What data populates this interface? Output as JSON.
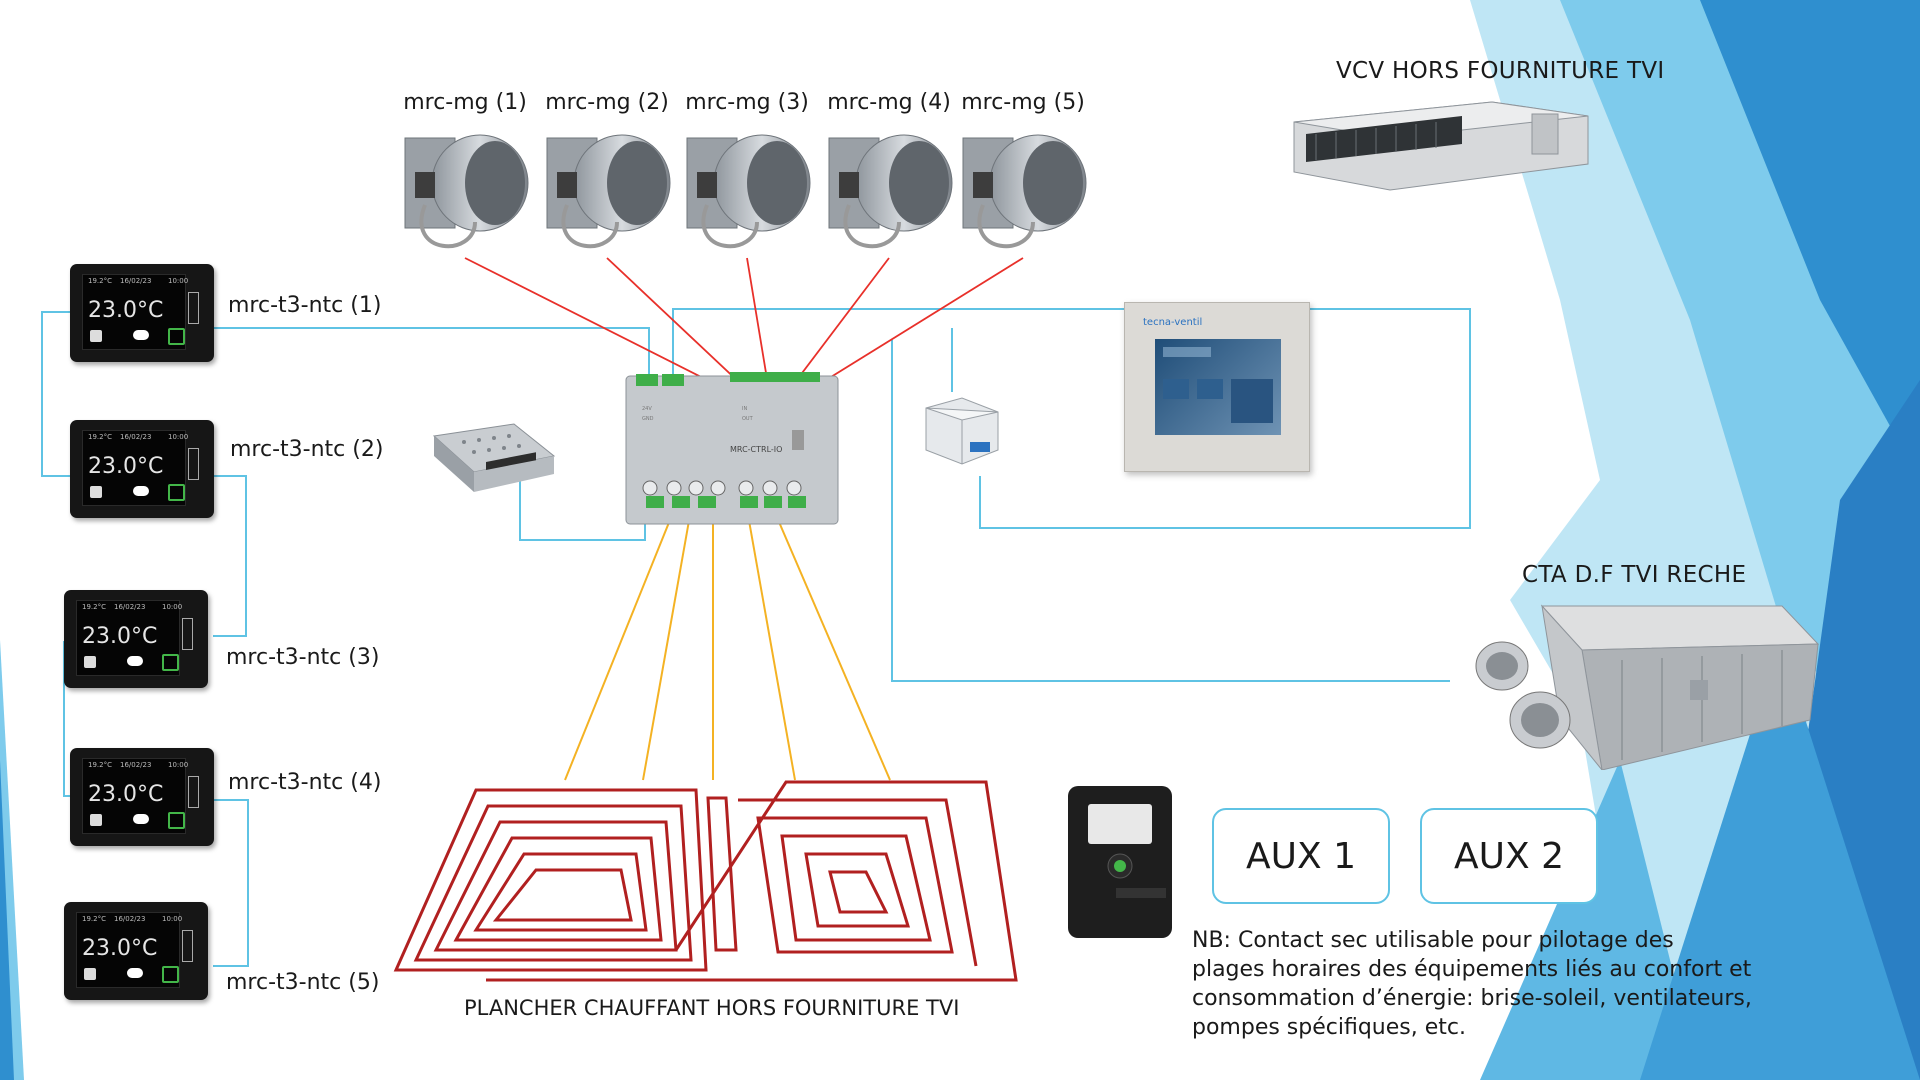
{
  "dampers": [
    {
      "label": "mrc-mg (1)"
    },
    {
      "label": "mrc-mg (2)"
    },
    {
      "label": "mrc-mg (3)"
    },
    {
      "label": "mrc-mg (4)"
    },
    {
      "label": "mrc-mg (5)"
    }
  ],
  "thermostats": [
    {
      "label": "mrc-t3-ntc (1)"
    },
    {
      "label": "mrc-t3-ntc (2)"
    },
    {
      "label": "mrc-t3-ntc (3)"
    },
    {
      "label": "mrc-t3-ntc (4)"
    },
    {
      "label": "mrc-t3-ntc (5)"
    }
  ],
  "thermostat_screen": {
    "temp": "23.0°C",
    "small": "19.2°C",
    "date": "16/02/23",
    "time": "10:00"
  },
  "controller": {
    "model": "MRC-CTRL-IO"
  },
  "touch_panel": {
    "brand": "tecna-ventil"
  },
  "vcv": {
    "label": "VCV HORS FOURNITURE TVI"
  },
  "cta": {
    "label": "CTA D.F TVI RECHE"
  },
  "floor": {
    "label": "PLANCHER CHAUFFANT HORS FOURNITURE TVI"
  },
  "aux": [
    {
      "label": "AUX 1"
    },
    {
      "label": "AUX 2"
    }
  ],
  "note": "NB: Contact sec utilisable pour pilotage des plages horaires des équipements liés au confort et consommation d’énergie: brise-soleil, ventilateurs, pompes spécifiques, etc.",
  "colors": {
    "bus": "#5fc3e4",
    "damper_wire": "#e8302a",
    "floor_wire": "#f4b223",
    "floor_pipe": "#c0392b"
  }
}
